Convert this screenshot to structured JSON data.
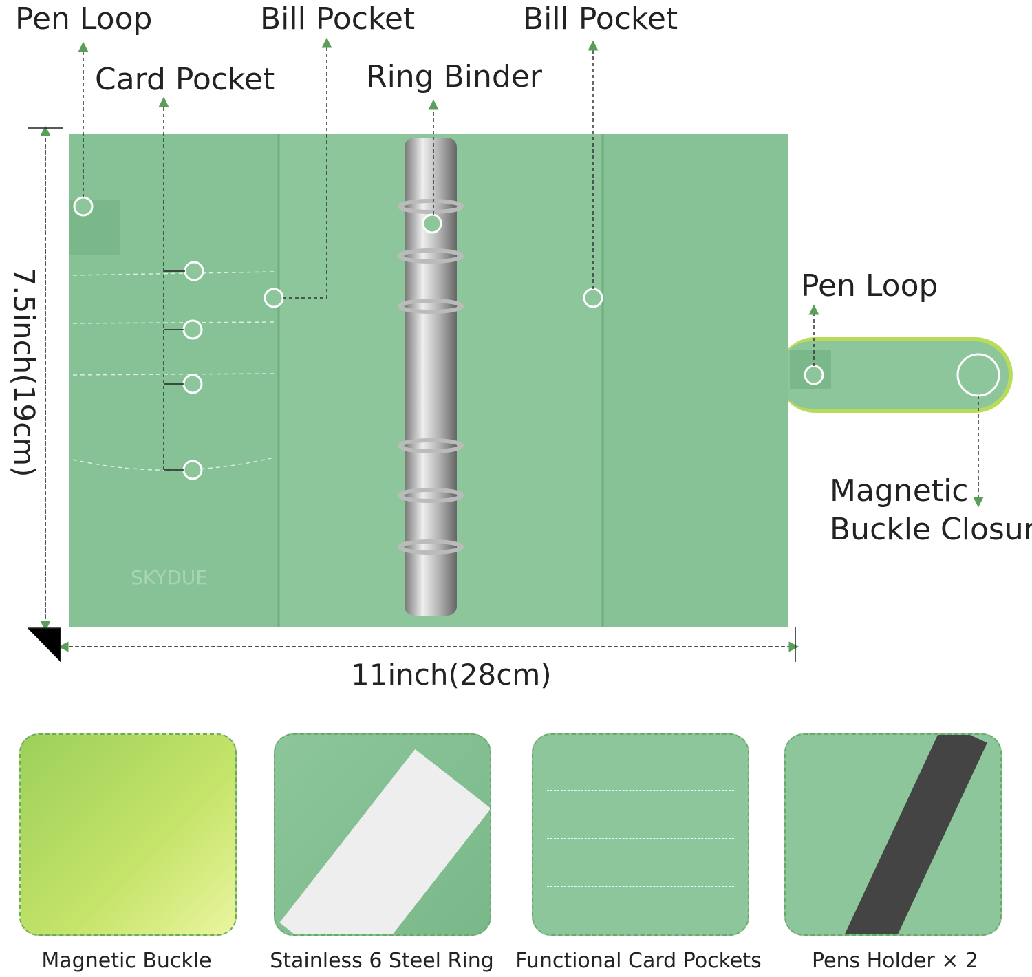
{
  "labels": {
    "pen_loop_left": "Pen  Loop",
    "card_pocket": "Card Pocket",
    "bill_pocket_left": "Bill Pocket",
    "ring_binder": "Ring Binder",
    "bill_pocket_right": "Bill Pocket",
    "pen_loop_right": "Pen  Loop",
    "magnetic_closure_line1": "Magnetic",
    "magnetic_closure_line2": "Buckle Closure",
    "height": "7.5inch(19cm)",
    "width": "11inch(28cm)",
    "brand": "SKYDUE"
  },
  "thumbnails": [
    {
      "caption": "Magnetic Buckle"
    },
    {
      "caption": "Stainless 6 Steel Ring"
    },
    {
      "caption": "Functional Card Pockets"
    },
    {
      "caption": "Pens Holder × 2"
    }
  ],
  "colors": {
    "binder": "#8cc69a",
    "accent": "#5a9e5a",
    "lime": "#b8dc5a"
  }
}
